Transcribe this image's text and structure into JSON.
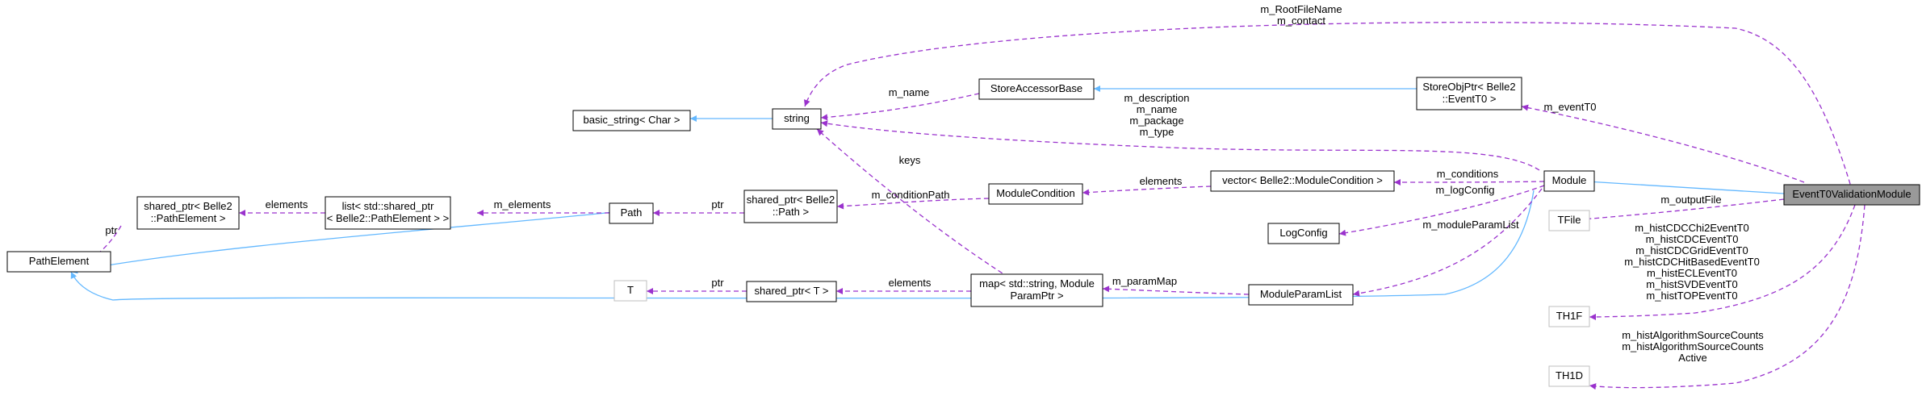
{
  "nodes": [
    {
      "id": "PathElement",
      "label": [
        "PathElement"
      ]
    },
    {
      "id": "shared_ptr_PathElement",
      "label": [
        "shared_ptr< Belle2",
        "::PathElement >"
      ]
    },
    {
      "id": "list_shared_ptr",
      "label": [
        "list< std::shared_ptr",
        "< Belle2::PathElement > >"
      ]
    },
    {
      "id": "Path",
      "label": [
        "Path"
      ]
    },
    {
      "id": "basic_string",
      "label": [
        "basic_string< Char >"
      ]
    },
    {
      "id": "string",
      "label": [
        "string"
      ]
    },
    {
      "id": "shared_ptr_Path",
      "label": [
        "shared_ptr< Belle2",
        "::Path >"
      ]
    },
    {
      "id": "T",
      "label": [
        "T"
      ]
    },
    {
      "id": "shared_ptr_T",
      "label": [
        "shared_ptr< T >"
      ]
    },
    {
      "id": "StoreAccessorBase",
      "label": [
        "StoreAccessorBase"
      ]
    },
    {
      "id": "ModuleCondition",
      "label": [
        "ModuleCondition"
      ]
    },
    {
      "id": "map_string",
      "label": [
        "map< std::string, Module",
        "ParamPtr >"
      ]
    },
    {
      "id": "StoreObjPtr",
      "label": [
        "StoreObjPtr< Belle2",
        "::EventT0 >"
      ]
    },
    {
      "id": "vector_ModuleCondition",
      "label": [
        "vector< Belle2::ModuleCondition >"
      ]
    },
    {
      "id": "LogConfig",
      "label": [
        "LogConfig"
      ]
    },
    {
      "id": "ModuleParamList",
      "label": [
        "ModuleParamList"
      ]
    },
    {
      "id": "Module",
      "label": [
        "Module"
      ]
    },
    {
      "id": "TFile",
      "label": [
        "TFile"
      ]
    },
    {
      "id": "TH1F",
      "label": [
        "TH1F"
      ]
    },
    {
      "id": "TH1D",
      "label": [
        "TH1D"
      ]
    },
    {
      "id": "EventT0ValidationModule",
      "label": [
        "EventT0ValidationModule"
      ]
    }
  ],
  "edges": [
    {
      "id": "e1",
      "label": [
        "ptr"
      ]
    },
    {
      "id": "e2",
      "label": [
        "elements"
      ]
    },
    {
      "id": "e3",
      "label": [
        "m_elements"
      ]
    },
    {
      "id": "e4",
      "label": [
        "ptr"
      ]
    },
    {
      "id": "e5",
      "label": [
        "m_conditionPath"
      ]
    },
    {
      "id": "e6",
      "label": [
        "ptr"
      ]
    },
    {
      "id": "e7",
      "label": [
        "elements"
      ]
    },
    {
      "id": "e8",
      "label": [
        "m_name"
      ]
    },
    {
      "id": "e9",
      "label": [
        "keys"
      ]
    },
    {
      "id": "e10",
      "label": [
        "m_description",
        "m_name",
        "m_package",
        "m_type"
      ]
    },
    {
      "id": "e11",
      "label": [
        "m_RootFileName",
        "m_contact"
      ]
    },
    {
      "id": "e12",
      "label": [
        "elements"
      ]
    },
    {
      "id": "e13",
      "label": [
        "m_conditions"
      ]
    },
    {
      "id": "e14",
      "label": [
        "m_logConfig"
      ]
    },
    {
      "id": "e15",
      "label": [
        "m_paramMap"
      ]
    },
    {
      "id": "e16",
      "label": [
        "m_moduleParamList"
      ]
    },
    {
      "id": "e17",
      "label": [
        "m_eventT0"
      ]
    },
    {
      "id": "e18",
      "label": [
        "m_outputFile"
      ]
    },
    {
      "id": "e19",
      "label": [
        "m_histCDCChi2EventT0",
        "m_histCDCEventT0",
        "m_histCDCGridEventT0",
        "m_histCDCHitBasedEventT0",
        "m_histECLEventT0",
        "m_histSVDEventT0",
        "m_histTOPEventT0"
      ]
    },
    {
      "id": "e20",
      "label": [
        "m_histAlgorithmSourceCounts",
        "m_histAlgorithmSourceCounts",
        "Active"
      ]
    }
  ],
  "colors": {
    "inheritance": "#63b8ff",
    "member": "#9a32cd",
    "focus_fill": "#999999",
    "undocumented_border": "#bfbfbf"
  }
}
